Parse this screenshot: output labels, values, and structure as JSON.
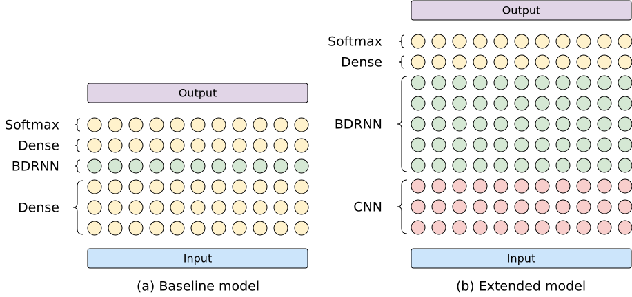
{
  "colors": {
    "output_box": "#e1d5e7",
    "input_box": "#cce5fb",
    "dense_node": "#fff2cc",
    "bdrnn_node": "#d5e8d4",
    "cnn_node": "#f8cecc"
  },
  "node_count_per_row": 11,
  "panels": [
    {
      "id": "baseline",
      "caption": "(a) Baseline model",
      "output_label": "Output",
      "input_label": "Input",
      "groups": [
        {
          "label": "Softmax",
          "rows": 1,
          "color": "dense_node"
        },
        {
          "label": "Dense",
          "rows": 1,
          "color": "dense_node"
        },
        {
          "label": "BDRNN",
          "rows": 1,
          "color": "bdrnn_node"
        },
        {
          "label": "Dense",
          "rows": 3,
          "color": "dense_node"
        }
      ]
    },
    {
      "id": "extended",
      "caption": "(b) Extended model",
      "output_label": "Output",
      "input_label": "Input",
      "groups": [
        {
          "label": "Softmax",
          "rows": 1,
          "color": "dense_node"
        },
        {
          "label": "Dense",
          "rows": 1,
          "color": "dense_node"
        },
        {
          "label": "BDRNN",
          "rows": 5,
          "color": "bdrnn_node"
        },
        {
          "label": "CNN",
          "rows": 3,
          "color": "cnn_node"
        }
      ]
    }
  ]
}
